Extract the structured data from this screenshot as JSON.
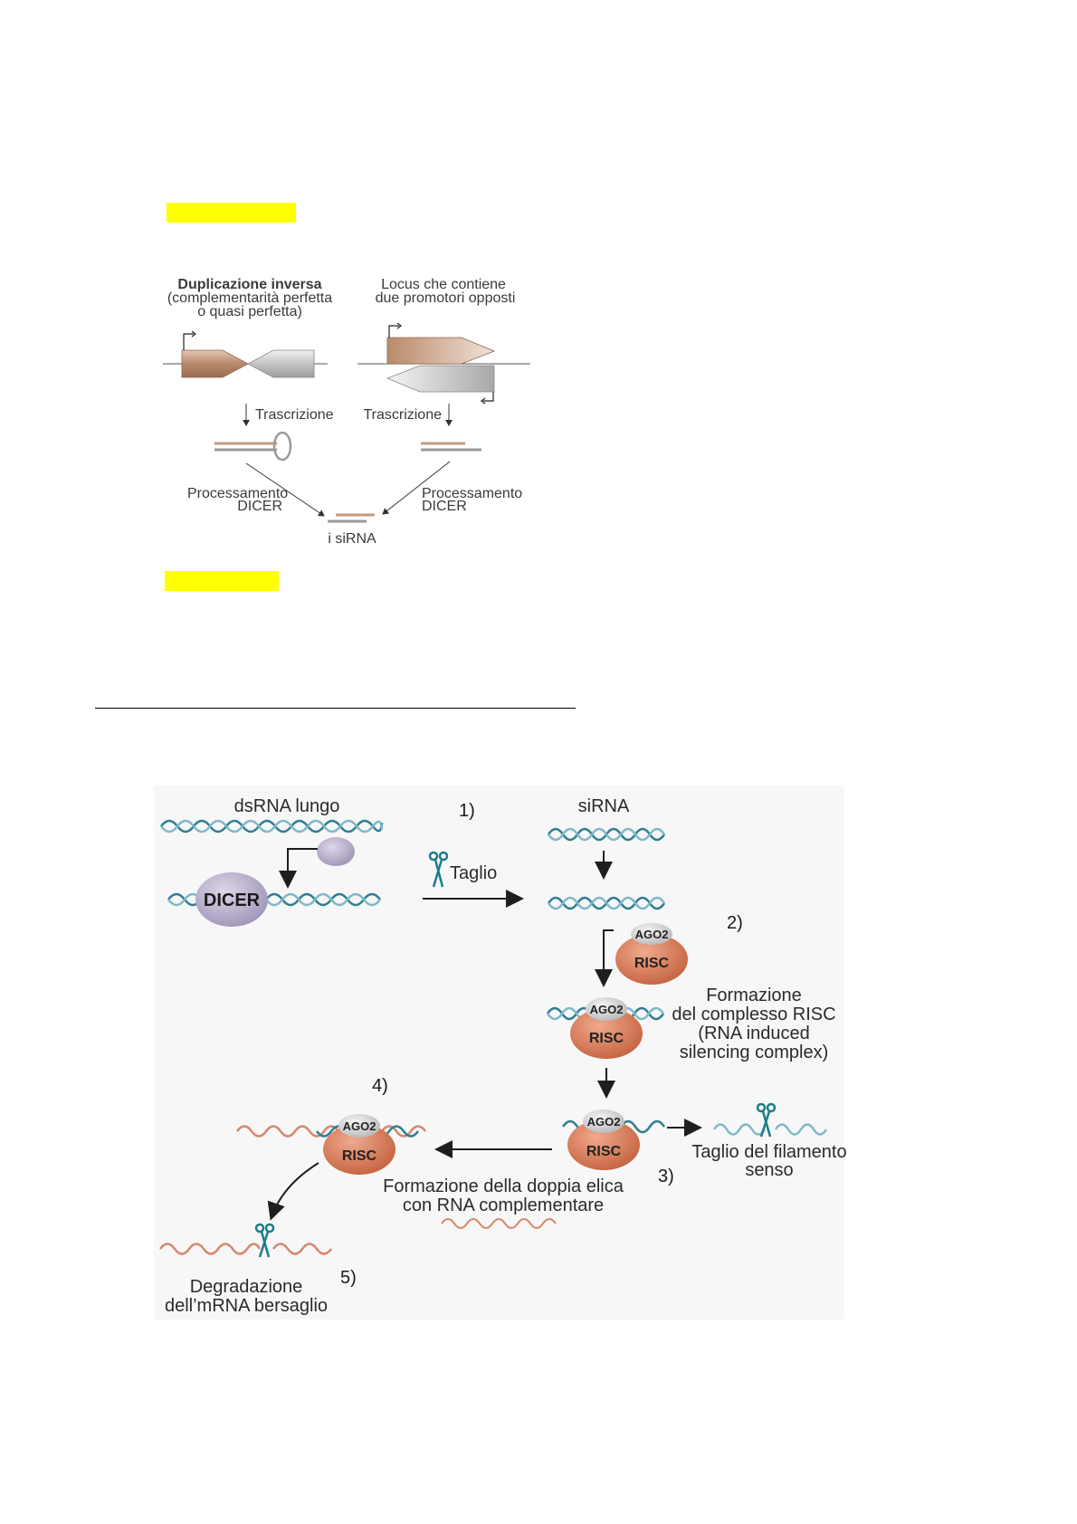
{
  "figure1": {
    "title_left": "Duplicazione inversa",
    "subtitle_left_1": "(complementarità perfetta",
    "subtitle_left_2": "o quasi perfetta)",
    "title_right_1": "Locus che contiene",
    "title_right_2": "due promotori opposti",
    "transcription_left": "Trascrizione",
    "transcription_right": "Trascrizione",
    "processing_left_1": "Processamento",
    "processing_left_2": "DICER",
    "processing_right_1": "Processamento",
    "processing_right_2": "DICER",
    "product": "i siRNA"
  },
  "figure2": {
    "dsrna_label": "dsRNA lungo",
    "dicer_label": "DICER",
    "step1": "1)",
    "cut_label": "Taglio",
    "sirna_label": "siRNA",
    "step2": "2)",
    "ago2": "AGO2",
    "risc": "RISC",
    "risc_formation_1": "Formazione",
    "risc_formation_2": "del complesso RISC",
    "risc_formation_3": "(RNA induced",
    "risc_formation_4": "silencing complex)",
    "step3": "3)",
    "sense_cut_1": "Taglio del filamento",
    "sense_cut_2": "senso",
    "step4": "4)",
    "duplex_1": "Formazione della doppia elica",
    "duplex_2": "con RNA complementare",
    "step5": "5)",
    "degradation_1": "Degradazione",
    "degradation_2": "dell’mRNA bersaglio"
  },
  "colors": {
    "highlight": "#ffff00",
    "rna_blue": "#2f7e93",
    "rna_orange": "#d6876a",
    "dicer": "#b3a9c6",
    "risc": "#d67a59",
    "ago2": "#d2d2d2",
    "gene_brown": "#b98a6c",
    "gene_grey": "#c4c4c4",
    "scissors": "#1c7d8c"
  }
}
